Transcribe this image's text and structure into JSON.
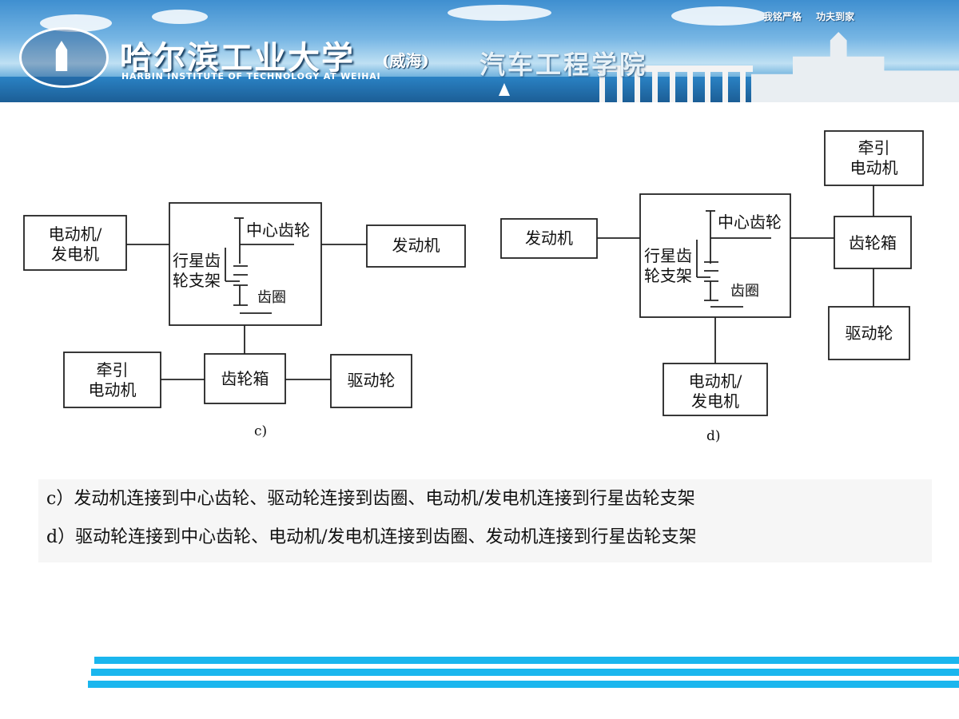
{
  "header": {
    "motto": "我铭严格  功夫到家",
    "university_cn": "哈尔滨工业大学",
    "university_cn_sub": "(威海)",
    "university_en": "HARBIN INSTITUTE OF TECHNOLOGY AT WEIHAI",
    "college": "汽车工程学院"
  },
  "diagram_c": {
    "motor_generator": [
      "电动机/",
      "发电机"
    ],
    "planet_carrier": [
      "行星齿",
      "轮支架"
    ],
    "sun_gear": "中心齿轮",
    "ring_gear": "齿圈",
    "engine": "发动机",
    "traction_motor": [
      "牵引",
      "电动机"
    ],
    "gearbox": "齿轮箱",
    "drive_wheel": "驱动轮",
    "tag": "c)"
  },
  "diagram_d": {
    "engine": "发动机",
    "planet_carrier": [
      "行星齿",
      "轮支架"
    ],
    "sun_gear": "中心齿轮",
    "ring_gear": "齿圈",
    "traction_motor": [
      "牵引",
      "电动机"
    ],
    "gearbox": "齿轮箱",
    "drive_wheel": "驱动轮",
    "motor_generator": [
      "电动机/",
      "发电机"
    ],
    "tag": "d)"
  },
  "captions": {
    "c": "c）发动机连接到中心齿轮、驱动轮连接到齿圈、电动机/发电机连接到行星齿轮支架",
    "d": "d）驱动轮连接到中心齿轮、电动机/发电机连接到齿圈、发动机连接到行星齿轮支架"
  }
}
